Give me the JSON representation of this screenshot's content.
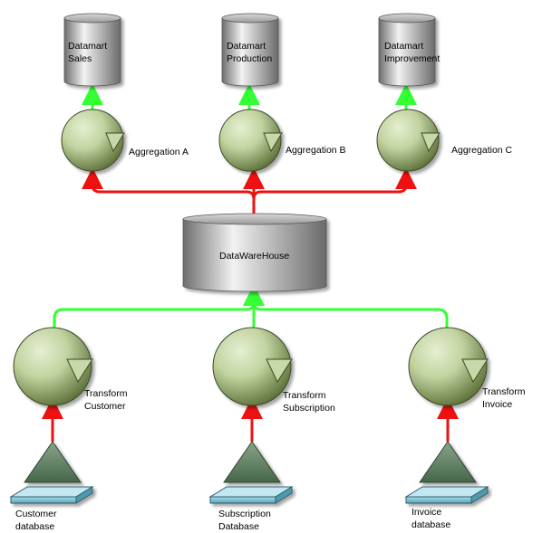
{
  "datamarts": [
    {
      "line1": "Datamart",
      "line2": "Sales"
    },
    {
      "line1": "Datamart",
      "line2": "Production"
    },
    {
      "line1": "Datamart",
      "line2": "Improvement"
    }
  ],
  "aggregations": [
    {
      "label": "Aggregation A"
    },
    {
      "label": "Aggregation B"
    },
    {
      "label": "Aggregation C"
    }
  ],
  "warehouse": {
    "label": "DataWareHouse"
  },
  "transforms": [
    {
      "line1": "Transform",
      "line2": "Customer"
    },
    {
      "line1": "Transform",
      "line2": "Subscription"
    },
    {
      "line1": "Transform",
      "line2": "Invoice"
    }
  ],
  "sources": [
    {
      "line1": "Customer",
      "line2": "database"
    },
    {
      "line1": "Subscription",
      "line2": "Database"
    },
    {
      "line1": "Invoice",
      "line2": "database"
    }
  ],
  "colors": {
    "flow_green": "#33ff33",
    "flow_red": "#ee1111",
    "process_light": "#d4e2b6",
    "process_dark": "#6c8348",
    "cylinder_light": "#f2f2f2",
    "cylinder_dark": "#6e6e6e",
    "source_triangle": "#5f7f5f",
    "source_slab": "#7fc4d6"
  }
}
